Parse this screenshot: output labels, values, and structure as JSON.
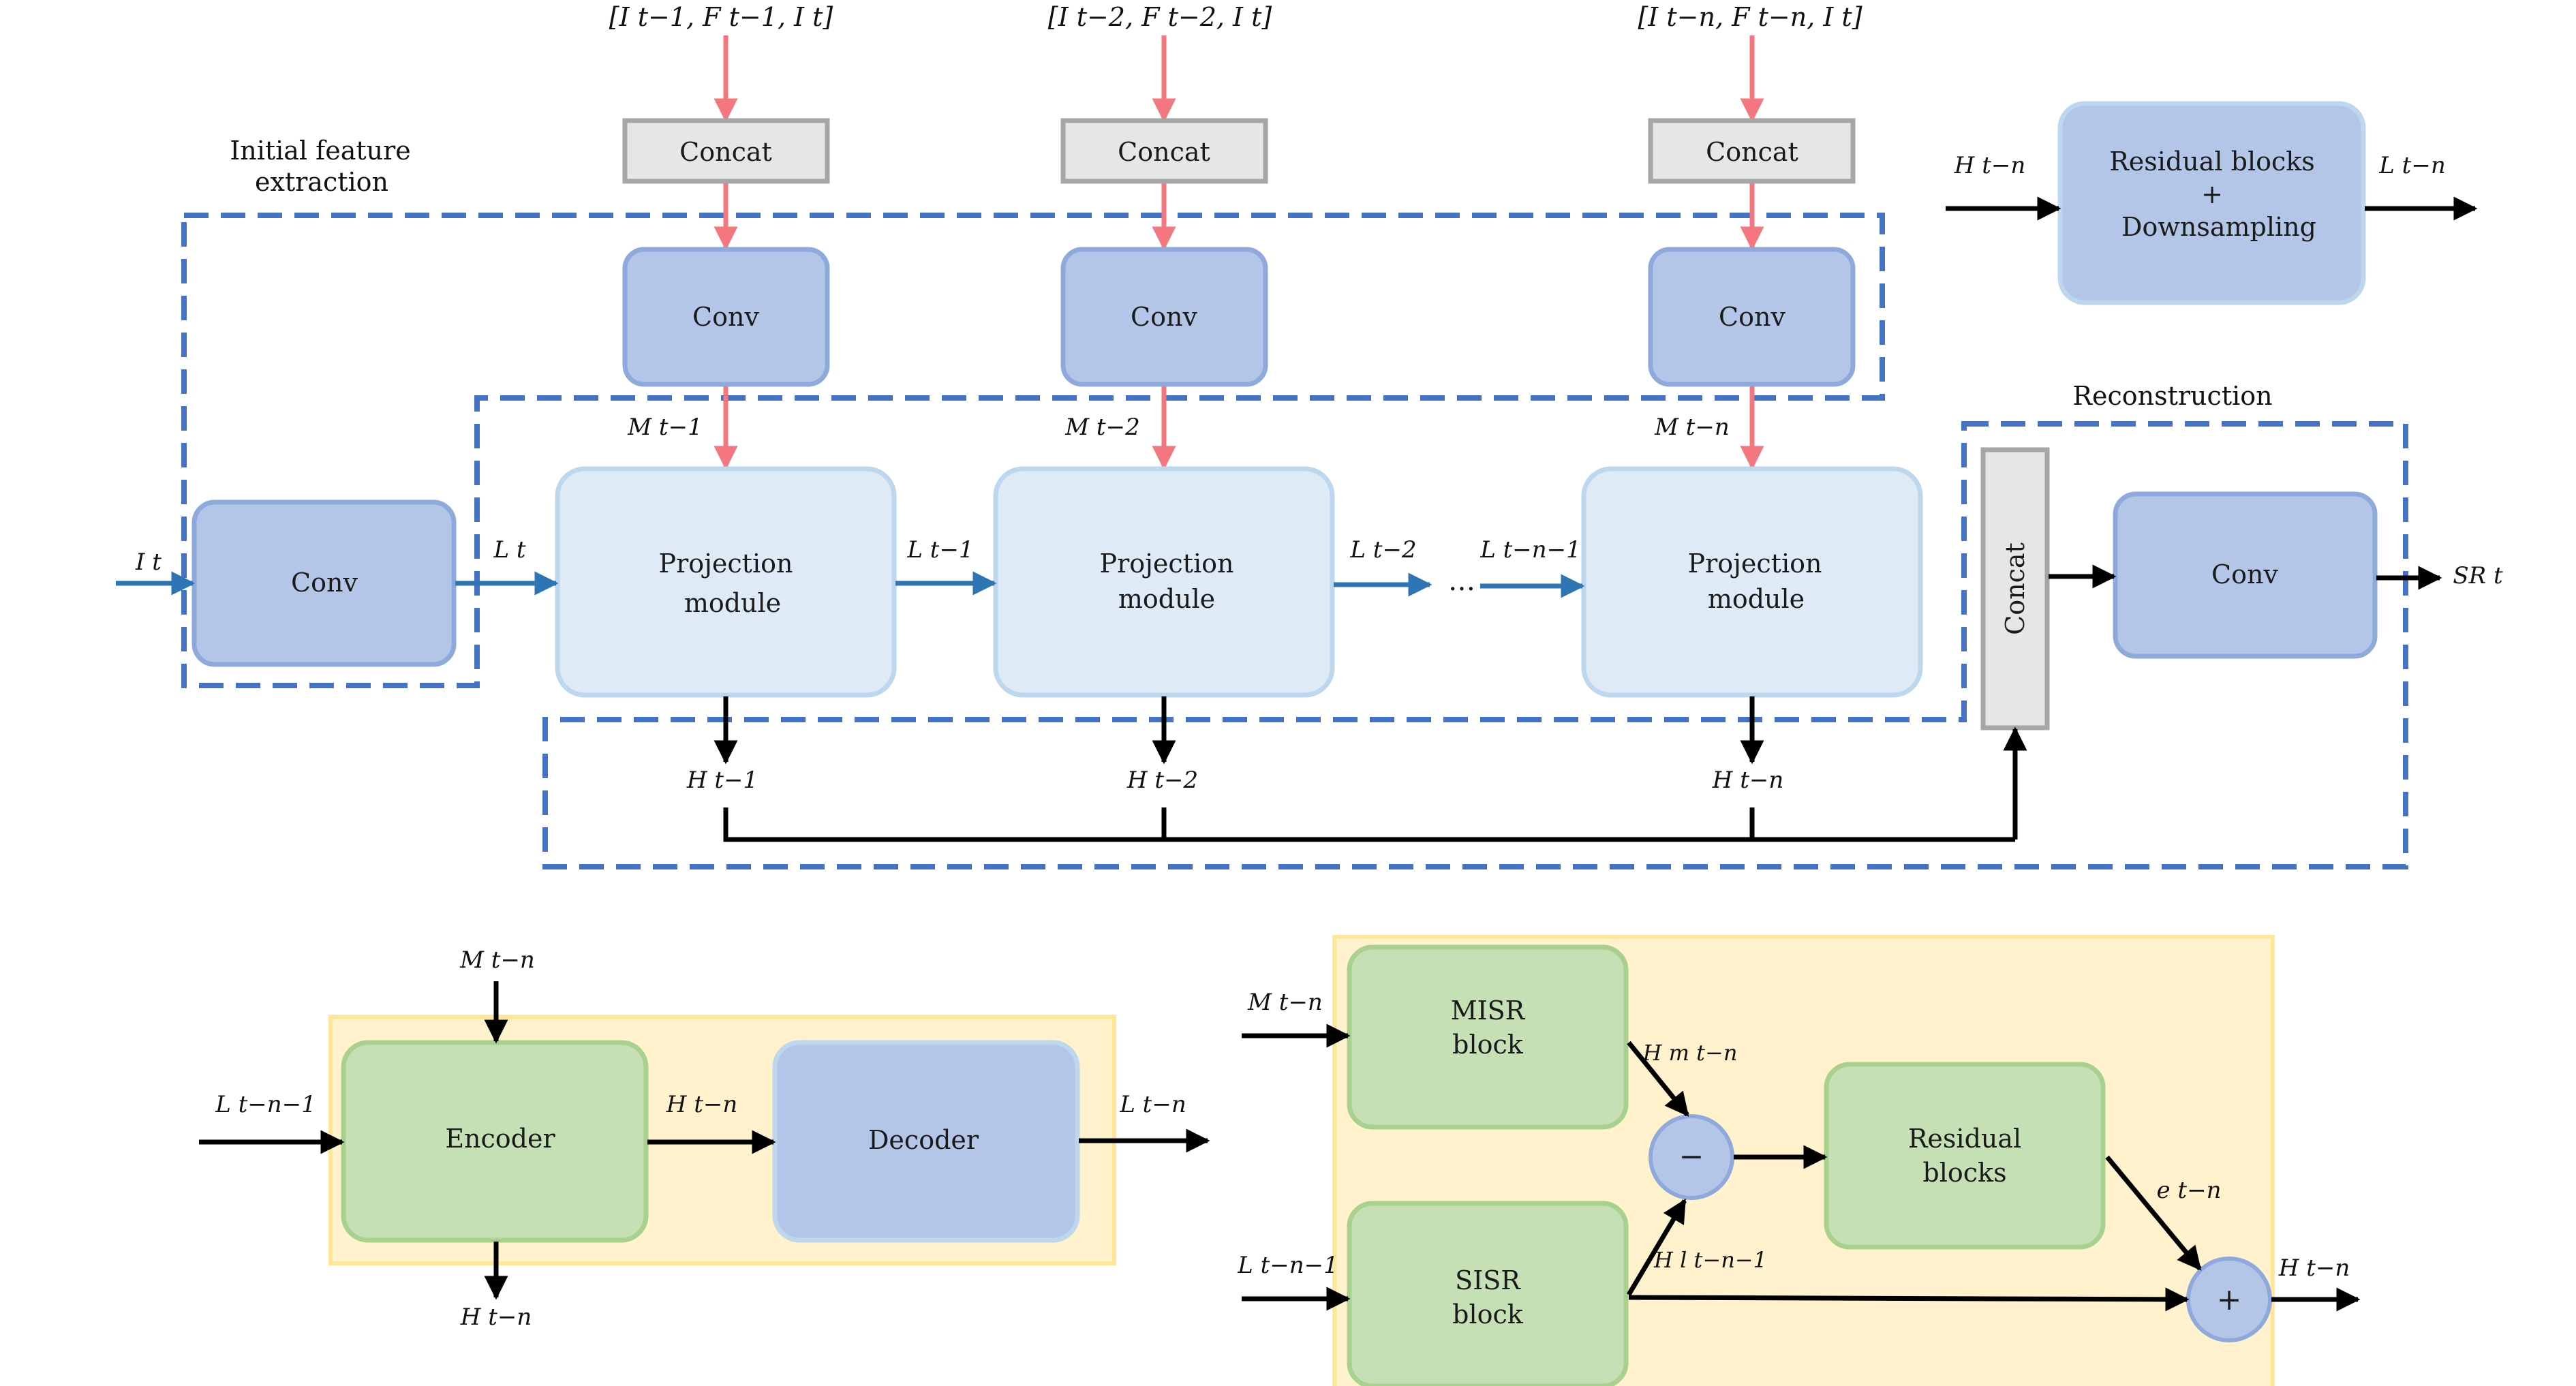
{
  "inputs": {
    "in1": "[I t−1, F t−1, I t]",
    "in2": "[I t−2, F t−2, I t]",
    "in3": "[I t−n, F t−n, I t]"
  },
  "blocks": {
    "concat": "Concat",
    "conv": "Conv",
    "projection_line1": "Projection",
    "projection_line2": "module",
    "residual_line1": "Residual blocks",
    "residual_line2": "+",
    "residual_line3": "Downsampling",
    "encoder": "Encoder",
    "decoder": "Decoder",
    "misr_line1": "MISR",
    "misr_line2": "block",
    "sisr_line1": "SISR",
    "sisr_line2": "block",
    "resblocks_line1": "Residual",
    "resblocks_line2": "blocks",
    "minus": "−",
    "plus": "+"
  },
  "sections": {
    "initial_line1": "Initial feature",
    "initial_line2": "extraction",
    "reconstruction": "Reconstruction"
  },
  "signals": {
    "It": "I t",
    "Lt": "L t",
    "Lt1": "L t−1",
    "Lt2": "L t−2",
    "Ltn1": "L t−n−1",
    "ellipsis": "…",
    "Mt1": "M t−1",
    "Mt2": "M t−2",
    "Mtn": "M t−n",
    "Ht1": "H t−1",
    "Ht2": "H t−2",
    "Htn": "H t−n",
    "SRt": "SR t",
    "Ltn": "L t−n",
    "Htm": "H m t−n",
    "Hl": "H l t−n−1",
    "etn": "e t−n"
  },
  "colors": {
    "dark_blue_fill": "#b3c6e7",
    "dark_blue_stroke": "#8ea9db",
    "light_blue_fill": "#deeaf6",
    "light_blue_stroke": "#bdd7ee",
    "green_fill": "#c5e0b4",
    "green_stroke": "#a9d18e",
    "yellow_fill": "#fff2cc",
    "yellow_stroke": "#ffe699",
    "gray_fill": "#e7e6e6",
    "gray_stroke": "#a6a6a6",
    "dashed": "#4472c4",
    "red_arrow": "#f4777f",
    "blue_arrow": "#2e75b6",
    "black_arrow": "#000000"
  }
}
